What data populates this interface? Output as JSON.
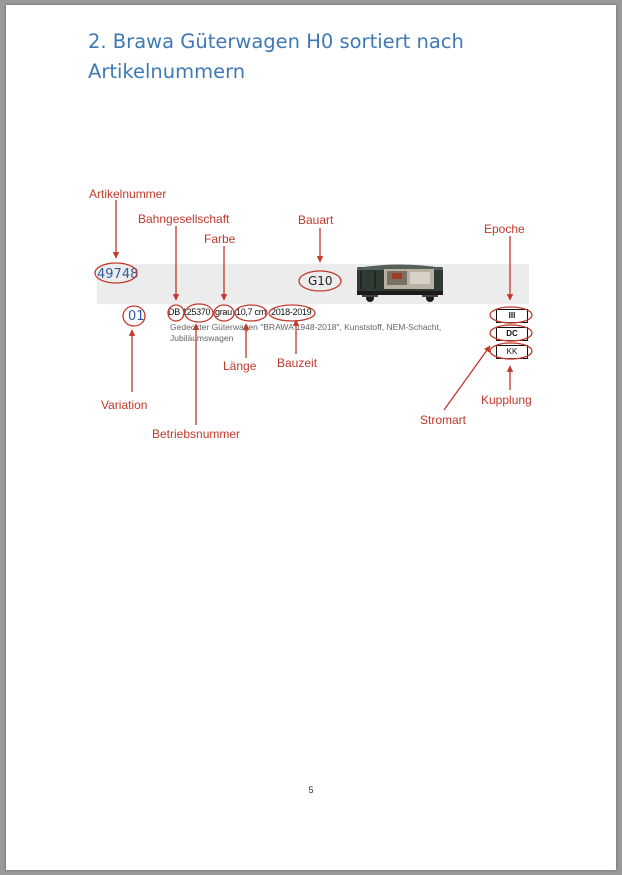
{
  "heading": {
    "line1": "2. Brawa Güterwagen H0 sortiert nach",
    "line2": "Artikelnummern"
  },
  "figure": {
    "labels": {
      "artikelnummer": "Artikelnummer",
      "bahngesellschaft": "Bahngesellschaft",
      "bauart": "Bauart",
      "farbe": "Farbe",
      "epoche": "Epoche",
      "variation": "Variation",
      "laenge": "Länge",
      "bauzeit": "Bauzeit",
      "betriebsnummer": "Betriebsnummer",
      "stromart": "Stromart",
      "kupplung": "Kupplung"
    },
    "values": {
      "artikelnummer": "49748",
      "bauart": "G10",
      "variation": "01",
      "bahn": "DB",
      "betriebsnummer": "125370",
      "farbe": "grau",
      "laenge": "10,7 cm",
      "bauzeit": "2018-2019",
      "beschreibung_1": "Gedeckter Güterwagen \"BRAWA 1948-2018\", Kunststoff, NEM-Schacht,",
      "beschreibung_2": "Jubiläumswagen",
      "epoche": "III",
      "stromart": "DC",
      "kupplung": "KK"
    },
    "colors": {
      "annotation": "#c0392b",
      "heading": "#3f79b5",
      "value_blue": "#2f5fa0"
    }
  },
  "page_number": "5"
}
